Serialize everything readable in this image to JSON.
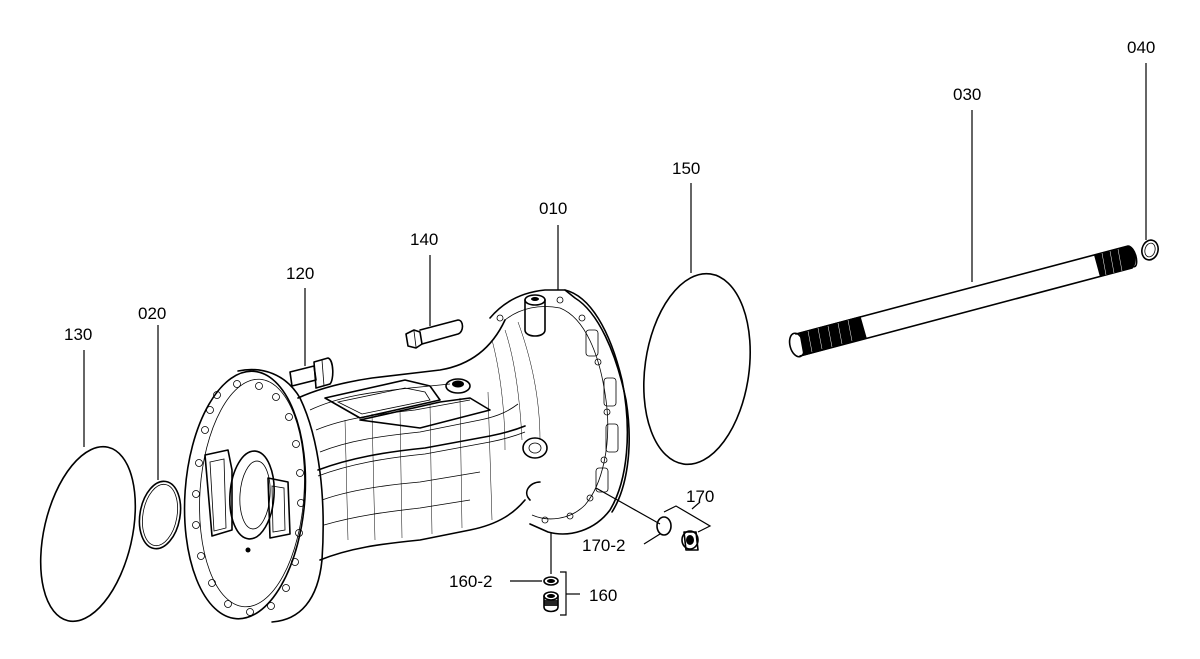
{
  "labels": {
    "p010": "010",
    "p020": "020",
    "p030": "030",
    "p040": "040",
    "p120": "120",
    "p130": "130",
    "p140": "140",
    "p150": "150",
    "p160": "160",
    "p160_2": "160-2",
    "p170": "170",
    "p170_2": "170-2"
  }
}
